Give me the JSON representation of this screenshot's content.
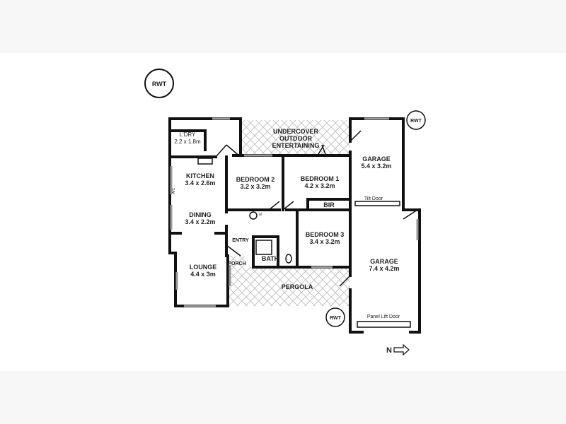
{
  "rwt_label": "RWT",
  "rooms": {
    "laundry": {
      "name": "L'DRY",
      "size": "2.2 x 1.8m"
    },
    "kitchen": {
      "name": "KITCHEN",
      "size": "3.4 x 2.6m"
    },
    "dining": {
      "name": "DINING",
      "size": "3.4 x 2.2m"
    },
    "lounge": {
      "name": "LOUNGE",
      "size": "4.4 x 3m"
    },
    "outdoor": {
      "line1": "UNDERCOVER",
      "line2": "OUTDOOR",
      "line3": "ENTERTAINING"
    },
    "bedroom2": {
      "name": "BEDROOM 2",
      "size": "3.2 x 3.2m"
    },
    "bedroom1": {
      "name": "BEDROOM 1",
      "size": "4.2 x 3.2m"
    },
    "bedroom3": {
      "name": "BEDROOM 3",
      "size": "3.4 x 3.2m"
    },
    "garage1": {
      "name": "GARAGE",
      "size": "5.4 x 3.2m",
      "door": "Tilt Door"
    },
    "garage2": {
      "name": "GARAGE",
      "size": "7.4 x 4.2m",
      "door": "Panel Lift Door"
    },
    "bir": "BIR",
    "entry": "ENTRY",
    "porch": "PORCH",
    "bath": "BATH",
    "pergola": "PERGOLA"
  },
  "annotations": {
    "skylight": "s/l",
    "ac": "A/C"
  },
  "north_label": "N",
  "colors": {
    "wall": "#111111",
    "hatch": "#bbbbbb",
    "window": "#999999"
  }
}
